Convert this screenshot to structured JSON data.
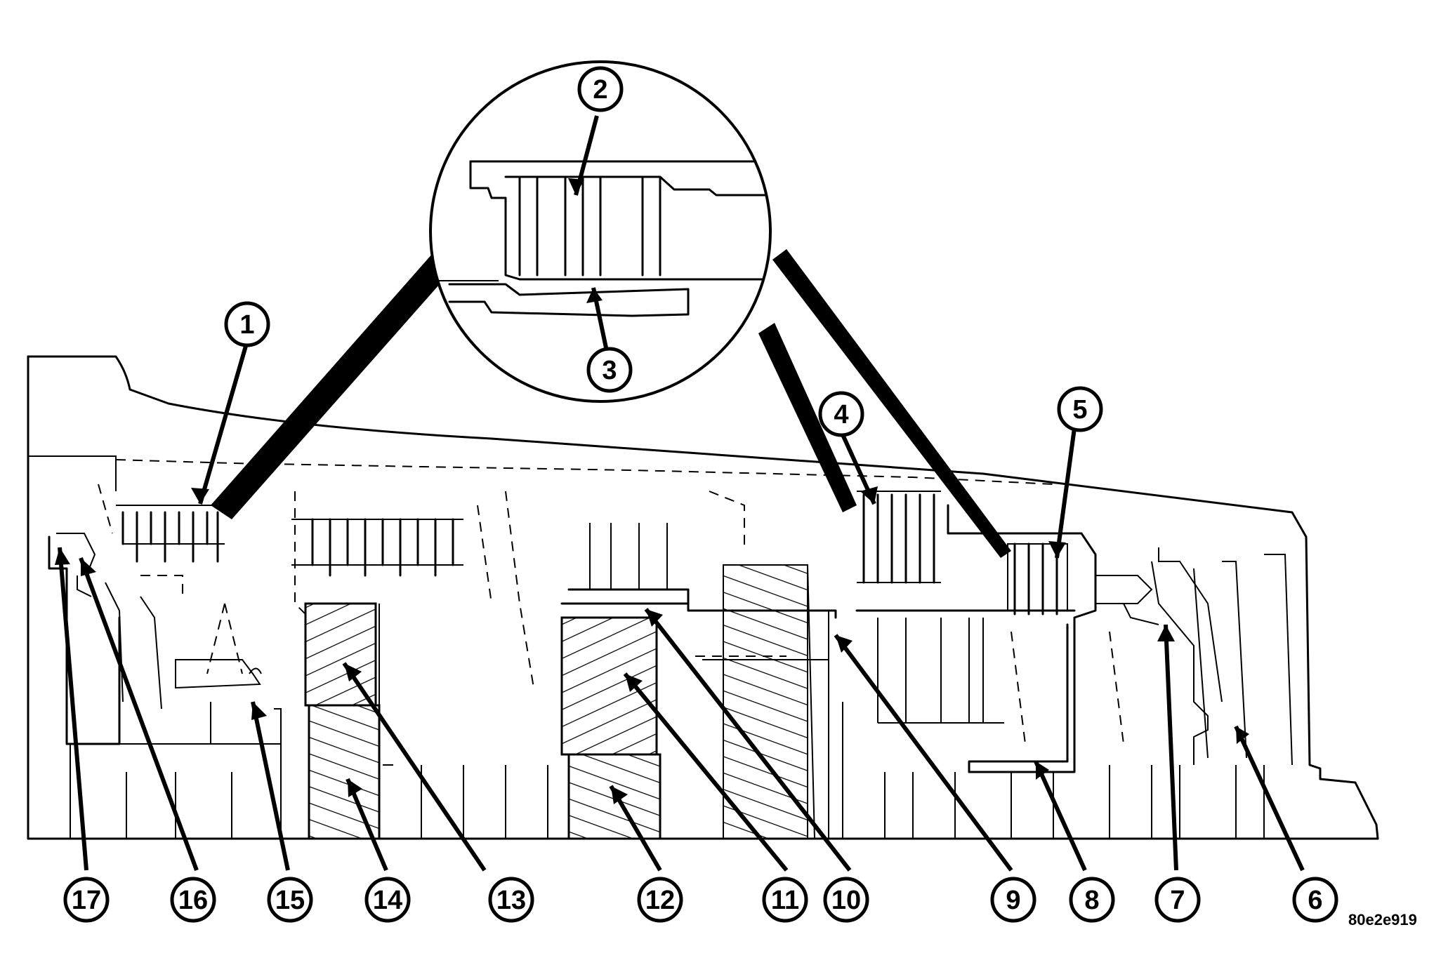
{
  "reference_code": "80e2e919",
  "callouts": [
    {
      "id": "callout-1",
      "label": "1"
    },
    {
      "id": "callout-2",
      "label": "2"
    },
    {
      "id": "callout-3",
      "label": "3"
    },
    {
      "id": "callout-4",
      "label": "4"
    },
    {
      "id": "callout-5",
      "label": "5"
    },
    {
      "id": "callout-6",
      "label": "6"
    },
    {
      "id": "callout-7",
      "label": "7"
    },
    {
      "id": "callout-8",
      "label": "8"
    },
    {
      "id": "callout-9",
      "label": "9"
    },
    {
      "id": "callout-10",
      "label": "10"
    },
    {
      "id": "callout-11",
      "label": "11"
    },
    {
      "id": "callout-12",
      "label": "12"
    },
    {
      "id": "callout-13",
      "label": "13"
    },
    {
      "id": "callout-14",
      "label": "14"
    },
    {
      "id": "callout-15",
      "label": "15"
    },
    {
      "id": "callout-16",
      "label": "16"
    },
    {
      "id": "callout-17",
      "label": "17"
    }
  ]
}
